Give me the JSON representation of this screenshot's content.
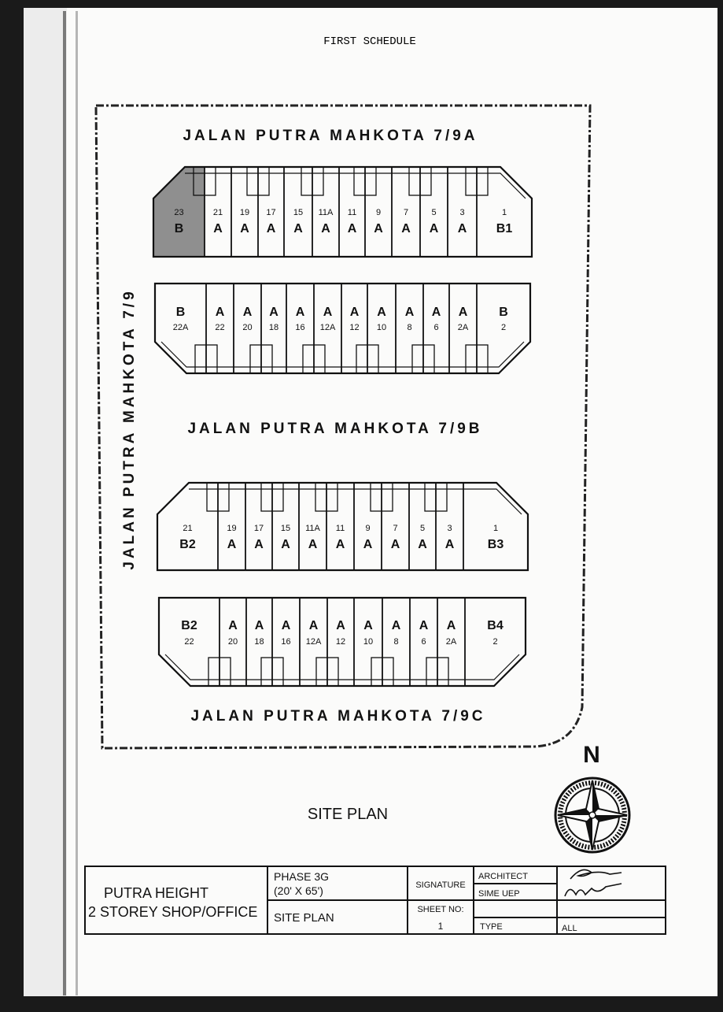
{
  "header": {
    "title": "FIRST SCHEDULE"
  },
  "roads": {
    "top": "JALAN PUTRA MAHKOTA 7/9A",
    "middle": "JALAN PUTRA MAHKOTA 7/9B",
    "bottom": "JALAN PUTRA MAHKOTA 7/9C",
    "left": "JALAN PUTRA MAHKOTA 7/9"
  },
  "blocks": [
    {
      "name": "block-1",
      "lots": [
        {
          "num": "23",
          "type": "B"
        },
        {
          "num": "21",
          "type": "A"
        },
        {
          "num": "19",
          "type": "A"
        },
        {
          "num": "17",
          "type": "A"
        },
        {
          "num": "15",
          "type": "A"
        },
        {
          "num": "11A",
          "type": "A"
        },
        {
          "num": "11",
          "type": "A"
        },
        {
          "num": "9",
          "type": "A"
        },
        {
          "num": "7",
          "type": "A"
        },
        {
          "num": "5",
          "type": "A"
        },
        {
          "num": "3",
          "type": "A"
        },
        {
          "num": "1",
          "type": "B1"
        }
      ]
    },
    {
      "name": "block-2",
      "lots": [
        {
          "num": "22A",
          "type": "B"
        },
        {
          "num": "22",
          "type": "A"
        },
        {
          "num": "20",
          "type": "A"
        },
        {
          "num": "18",
          "type": "A"
        },
        {
          "num": "16",
          "type": "A"
        },
        {
          "num": "12A",
          "type": "A"
        },
        {
          "num": "12",
          "type": "A"
        },
        {
          "num": "10",
          "type": "A"
        },
        {
          "num": "8",
          "type": "A"
        },
        {
          "num": "6",
          "type": "A"
        },
        {
          "num": "2A",
          "type": "A"
        },
        {
          "num": "2",
          "type": "B"
        }
      ]
    },
    {
      "name": "block-3",
      "lots": [
        {
          "num": "21",
          "type": "B2"
        },
        {
          "num": "19",
          "type": "A"
        },
        {
          "num": "17",
          "type": "A"
        },
        {
          "num": "15",
          "type": "A"
        },
        {
          "num": "11A",
          "type": "A"
        },
        {
          "num": "11",
          "type": "A"
        },
        {
          "num": "9",
          "type": "A"
        },
        {
          "num": "7",
          "type": "A"
        },
        {
          "num": "5",
          "type": "A"
        },
        {
          "num": "3",
          "type": "A"
        },
        {
          "num": "1",
          "type": "B3"
        }
      ]
    },
    {
      "name": "block-4",
      "lots": [
        {
          "num": "22",
          "type": "B2"
        },
        {
          "num": "20",
          "type": "A"
        },
        {
          "num": "18",
          "type": "A"
        },
        {
          "num": "16",
          "type": "A"
        },
        {
          "num": "12A",
          "type": "A"
        },
        {
          "num": "12",
          "type": "A"
        },
        {
          "num": "10",
          "type": "A"
        },
        {
          "num": "8",
          "type": "A"
        },
        {
          "num": "6",
          "type": "A"
        },
        {
          "num": "2A",
          "type": "A"
        },
        {
          "num": "2",
          "type": "B4"
        }
      ]
    }
  ],
  "compass": {
    "north_label": "N",
    "icon": "compass-rose-icon"
  },
  "site_plan_label": "SITE PLAN",
  "title_block": {
    "project": "PUTRA HEIGHT",
    "building": "2 STOREY SHOP/OFFICE",
    "phase": "PHASE 3G",
    "dimensions": "(20' X 65')",
    "drawing": "SITE PLAN",
    "signature_label": "SIGNATURE",
    "sheet_label": "SHEET NO:",
    "sheet_no": "1",
    "architect_label": "ARCHITECT",
    "architect_name": "SIME UEP",
    "type_label": "TYPE",
    "type_value": "ALL"
  },
  "colors": {
    "highlight_lot": "#8f8f8f",
    "paper": "#fbfbfa",
    "ink": "#111111"
  }
}
